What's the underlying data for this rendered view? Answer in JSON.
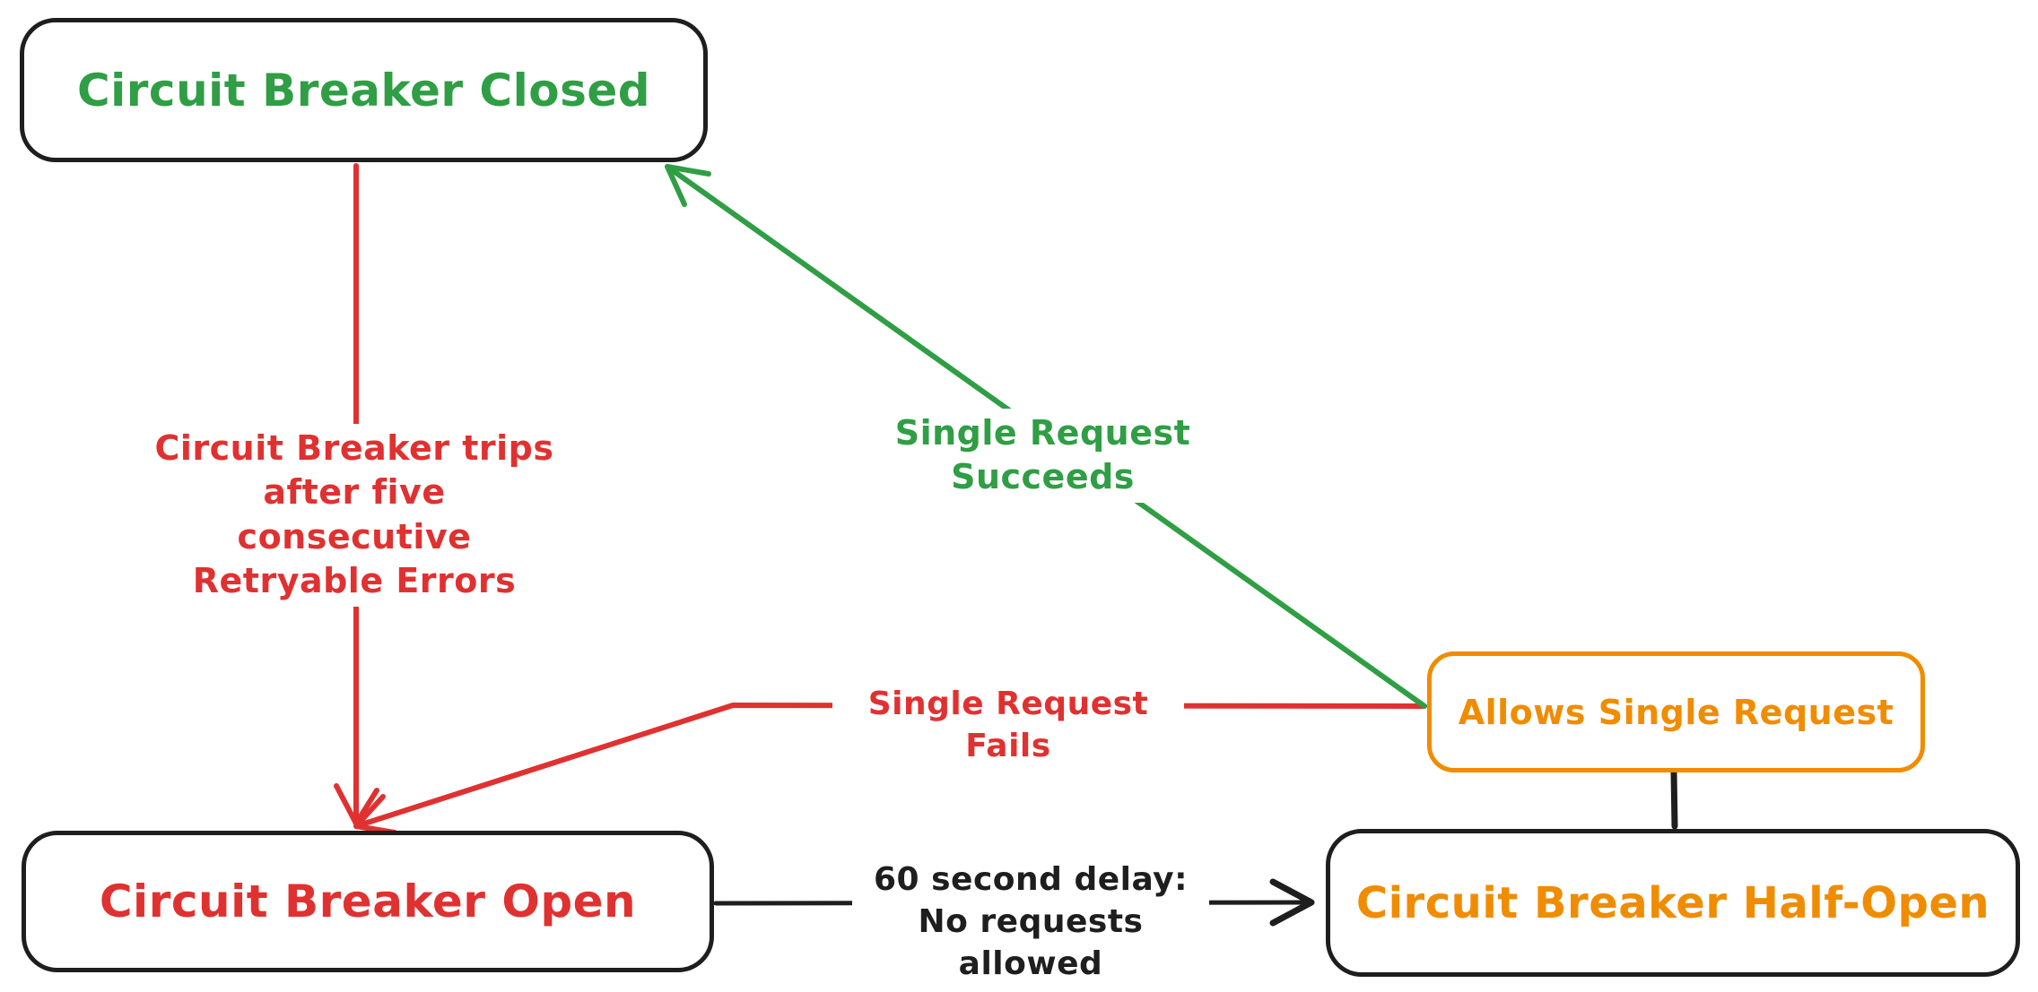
{
  "colors": {
    "green": "#2f9e44",
    "red": "#e03131",
    "orange": "#f08c00",
    "black": "#1e1e1e",
    "background": "#ffffff"
  },
  "nodes": {
    "closed": {
      "label": "Circuit Breaker Closed"
    },
    "open": {
      "label": "Circuit Breaker Open"
    },
    "half_open": {
      "label": "Circuit Breaker Half-Open"
    },
    "allows": {
      "label": "Allows Single Request"
    }
  },
  "edges": {
    "trip": {
      "lines": [
        "Circuit Breaker trips",
        "after five consecutive",
        "Retryable Errors"
      ]
    },
    "success": {
      "label": "Single Request Succeeds"
    },
    "fails": {
      "label": "Single Request Fails"
    },
    "delay": {
      "lines": [
        "60 second delay:",
        "No requests allowed"
      ]
    }
  }
}
